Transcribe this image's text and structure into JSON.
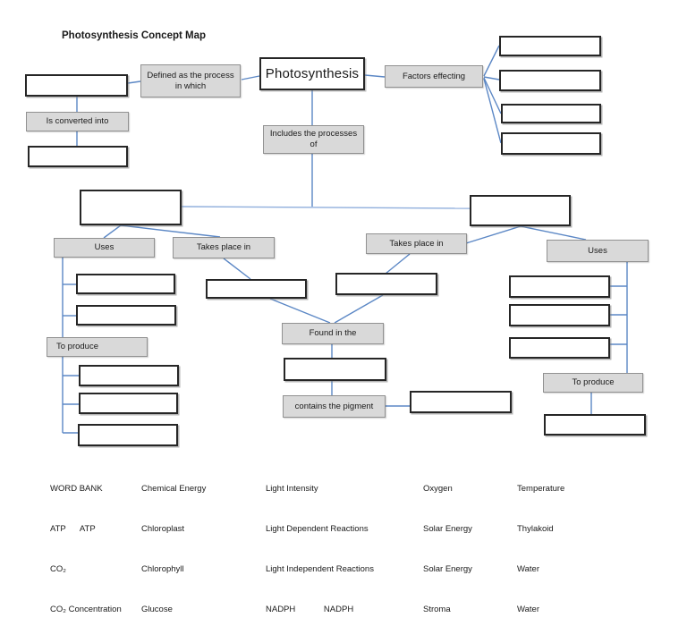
{
  "title": "Photosynthesis Concept Map",
  "colors": {
    "connector": "#5B87C5",
    "label_box_fill": "#D9D9D9",
    "label_box_border": "#919191",
    "answer_box_border": "#262626"
  },
  "nodes": {
    "photosynthesis": "Photosynthesis",
    "defined_as": "Defined as the process in which",
    "is_converted_into": "Is converted into",
    "factors_effecting": "Factors effecting",
    "includes_processes": "Includes the processes of",
    "uses_left": "Uses",
    "takes_place_in_left": "Takes place in",
    "takes_place_in_right": "Takes place in",
    "uses_right": "Uses",
    "to_produce_left": "To produce",
    "found_in_the": "Found in the",
    "contains_the_pigment": "contains the pigment",
    "to_produce_right": "To produce"
  },
  "wordbank": {
    "columns": [
      {
        "items": [
          "WORD BANK",
          "ATP      ATP",
          "CO₂",
          "CO₂ Concentration"
        ]
      },
      {
        "items": [
          "Chemical Energy",
          "Chloroplast",
          "Chlorophyll",
          "Glucose"
        ]
      },
      {
        "items": [
          "Light Intensity",
          "Light Dependent Reactions",
          "Light Independent Reactions",
          "NADPH            NADPH"
        ]
      },
      {
        "items": [
          "Oxygen",
          "Solar Energy",
          "Solar Energy",
          "Stroma"
        ]
      },
      {
        "items": [
          "Temperature",
          "Thylakoid",
          "Water",
          "Water"
        ]
      }
    ]
  }
}
